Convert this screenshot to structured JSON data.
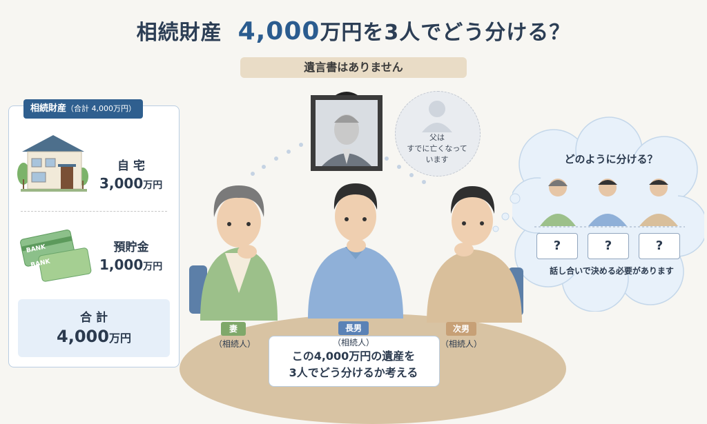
{
  "title": {
    "prefix": "相続財産",
    "amount": "4,000",
    "suffix": "万円を3人でどう分ける？"
  },
  "will_notice": "遺言書はありません",
  "assets_panel": {
    "header": "相続財産",
    "header_note": "（合計 4,000万円）",
    "items": [
      {
        "label": "自 宅",
        "value": "3,000",
        "unit": "万円"
      },
      {
        "label": "預貯金",
        "value": "1,000",
        "unit": "万円"
      }
    ],
    "total_label": "合 計",
    "total_value": "4,000",
    "total_unit": "万円",
    "card_text_1": "BANK",
    "card_text_2": "BANK"
  },
  "father_bubble": {
    "line1": "父は",
    "line2": "すでに亡くなって",
    "line3": "います"
  },
  "thought": {
    "title": "どのように分ける？",
    "boxes": [
      "?",
      "?",
      "?"
    ],
    "note": "話し合いで決める必要があります"
  },
  "heirs": [
    {
      "role": "妻",
      "sub": "（相続人）",
      "color": "#7fa86a"
    },
    {
      "role": "長男",
      "sub": "（相続人）",
      "color": "#5a82b6"
    },
    {
      "role": "次男",
      "sub": "（相続人）",
      "color": "#c7a076"
    }
  ],
  "center_caption": {
    "line1": "この4,000万円の遺産を",
    "line2": "3人でどう分けるか考える"
  },
  "colors": {
    "navy": "#2f5f8f",
    "accent_blue": "#2b5c8f",
    "beige": "#e9dcc6"
  }
}
